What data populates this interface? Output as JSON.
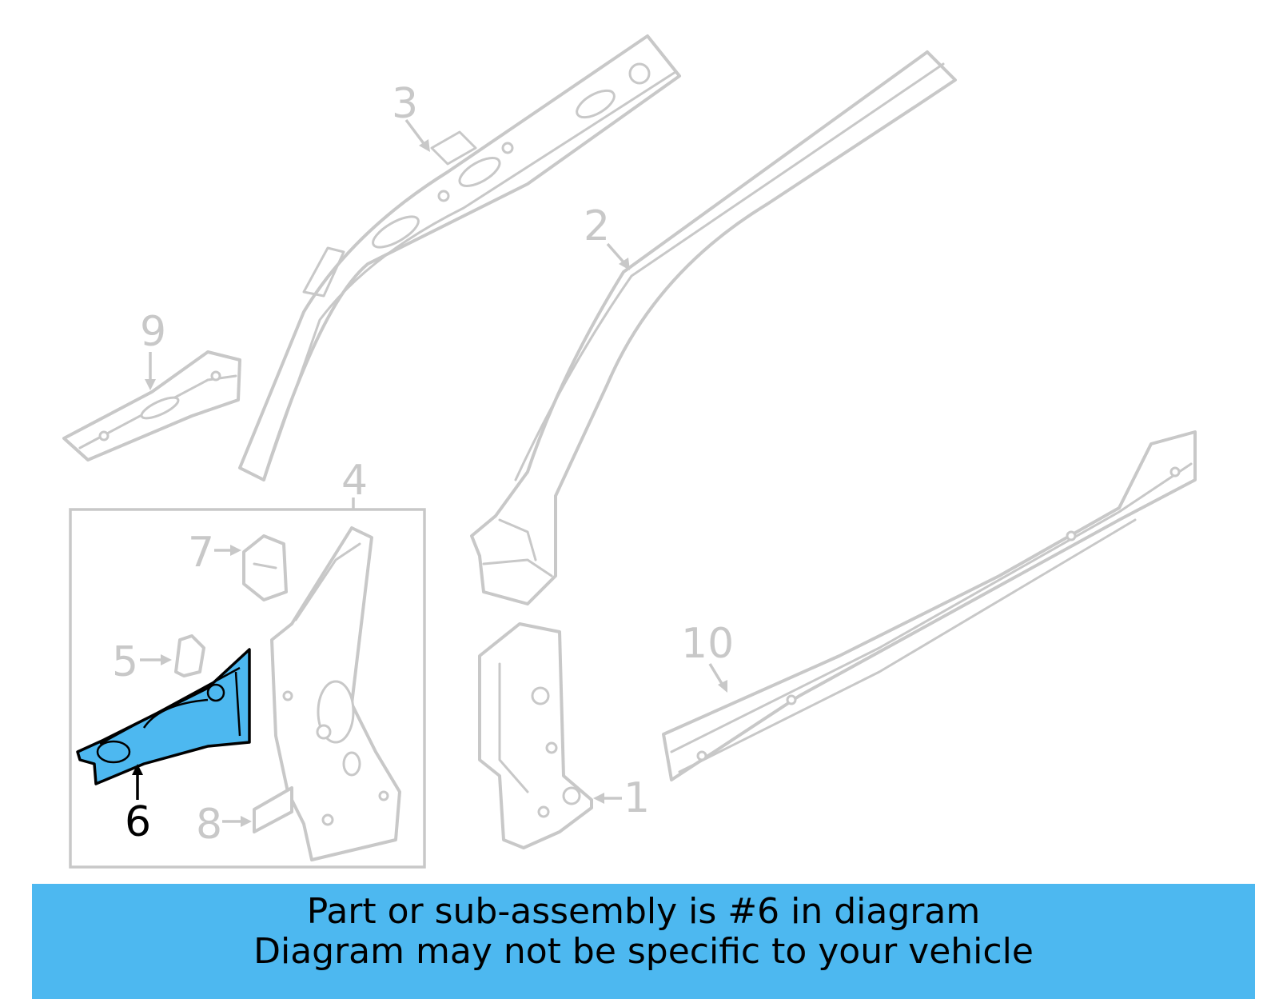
{
  "diagram": {
    "callouts": [
      "1",
      "2",
      "3",
      "4",
      "5",
      "6",
      "7",
      "8",
      "9",
      "10"
    ],
    "highlighted_part": "6",
    "colors": {
      "highlight": "#4db8f0",
      "outline": "#c8c8c8",
      "highlight_outline": "#000000"
    }
  },
  "banner": {
    "line1": "Part or sub-assembly is #6 in diagram",
    "line2": "Diagram may not be specific to your vehicle"
  }
}
